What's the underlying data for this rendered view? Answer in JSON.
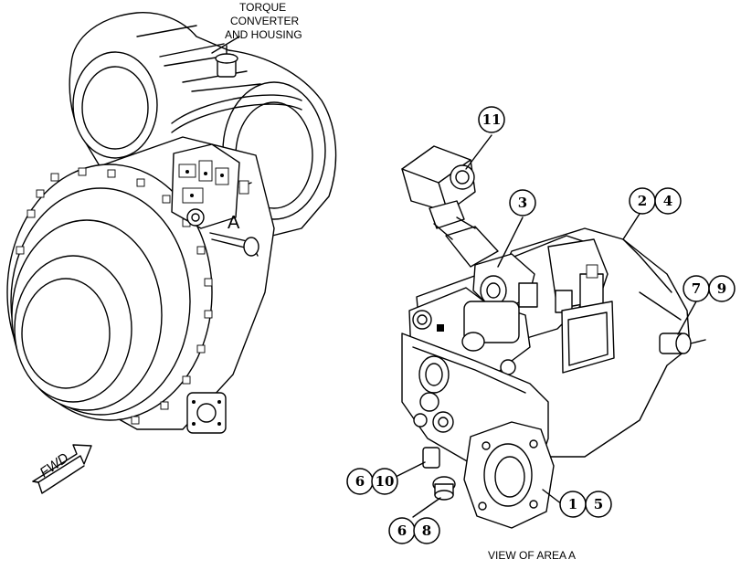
{
  "labels": {
    "torque_line1": "TORQUE",
    "torque_line2": "CONVERTER",
    "torque_line3": "AND HOUSING",
    "area_marker": "A",
    "fwd": "FWD",
    "view_caption": "VIEW OF AREA A"
  },
  "callouts": {
    "c11": "11",
    "c3": "3",
    "c2": "2",
    "c4": "4",
    "c7": "7",
    "c9": "9",
    "c6a": "6",
    "c10": "10",
    "c1": "1",
    "c5": "5",
    "c6b": "6",
    "c8": "8"
  }
}
